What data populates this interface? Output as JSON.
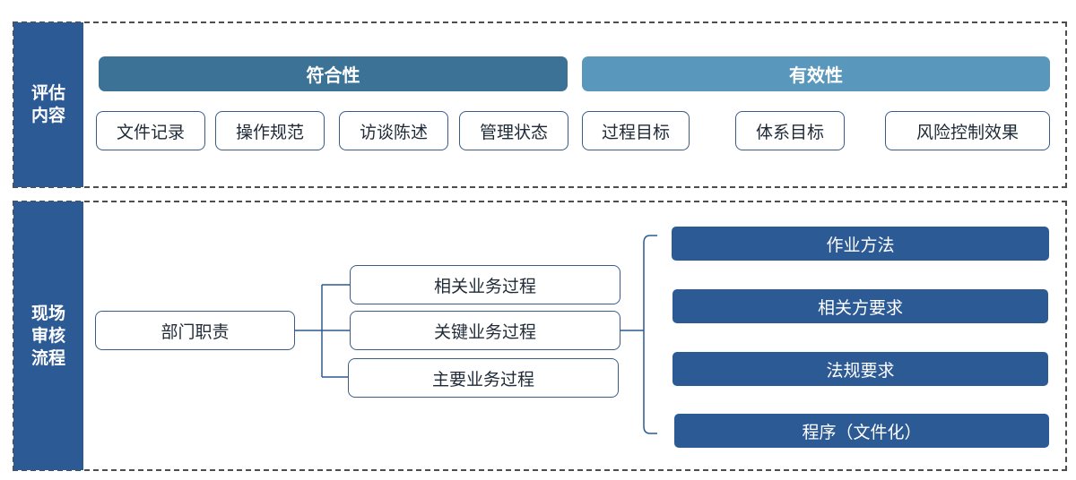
{
  "assessment": {
    "label": "评估内容",
    "compliance": {
      "title": "符合性",
      "items": [
        "文件记录",
        "操作规范",
        "访谈陈述",
        "管理状态"
      ]
    },
    "effectiveness": {
      "title": "有效性",
      "items": [
        "过程目标",
        "体系目标",
        "风险控制效果"
      ]
    }
  },
  "audit": {
    "label": "现场审核流程",
    "root": "部门职责",
    "processes": [
      "相关业务过程",
      "关键业务过程",
      "主要业务过程"
    ],
    "aspects": [
      "作业方法",
      "相关方要求",
      "法规要求",
      "程序（文件化）"
    ]
  },
  "colors": {
    "primary": "#2c5a94",
    "compliance_bar": "#3c7295",
    "effectiveness_bar": "#5a97bc",
    "connector": "#2c5a94"
  }
}
